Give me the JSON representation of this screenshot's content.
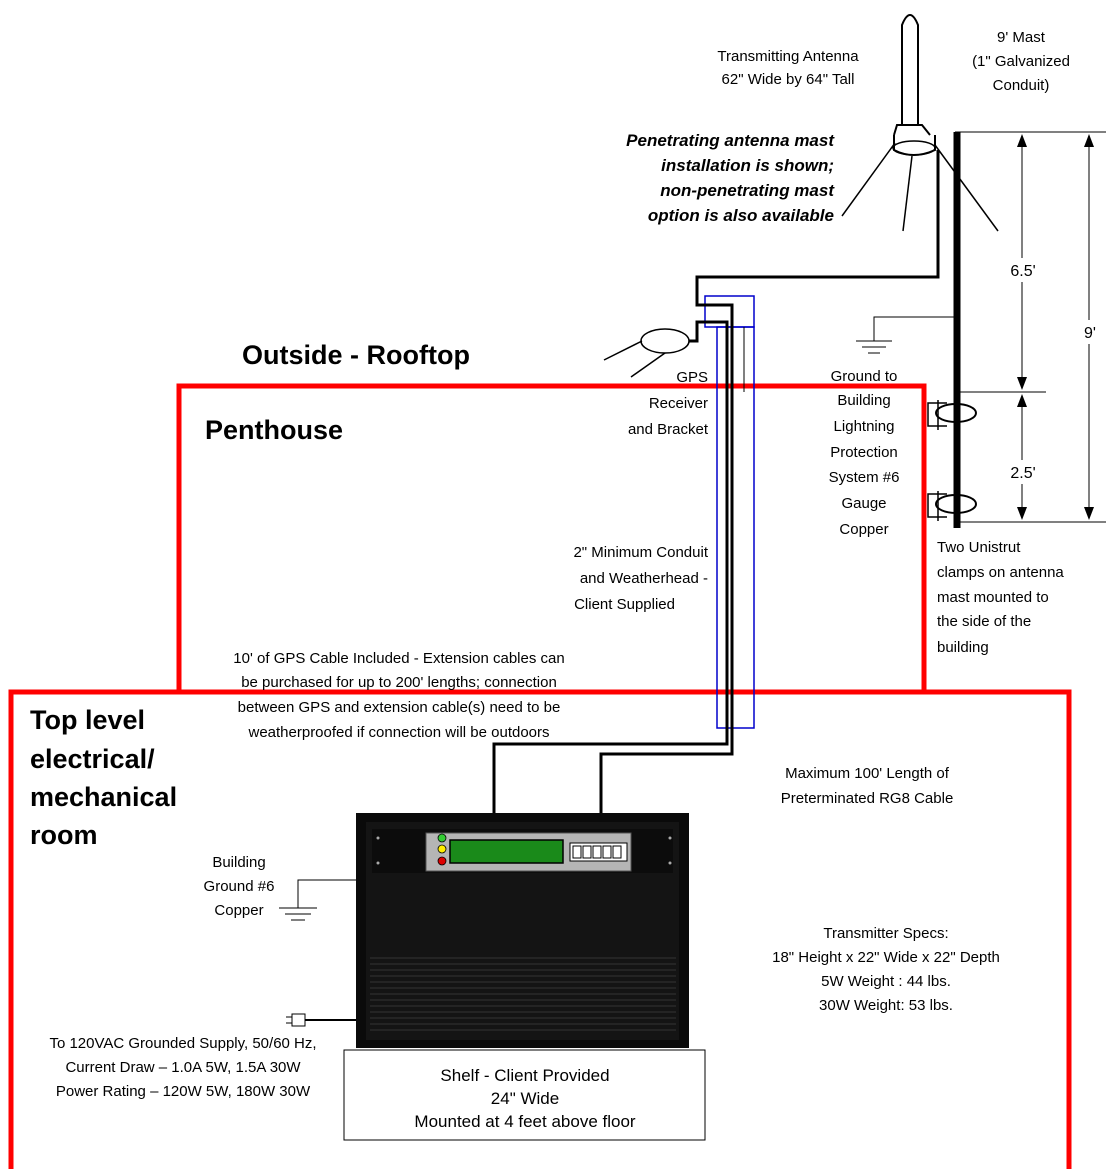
{
  "labels": {
    "antenna": [
      "Transmitting Antenna",
      "62\" Wide by 64\" Tall"
    ],
    "mast": [
      "9' Mast",
      "(1\" Galvanized",
      "Conduit)"
    ],
    "penetrating_note": [
      "Penetrating antenna mast",
      "installation is shown;",
      "non-penetrating mast",
      "option is also available"
    ],
    "dim_upper": "6.5'",
    "dim_total": "9'",
    "dim_lower": "2.5'",
    "outside_rooftop": "Outside - Rooftop",
    "penthouse": "Penthouse",
    "gps_receiver": [
      "GPS",
      "Receiver",
      "and Bracket"
    ],
    "ground_lightning": [
      "Ground to",
      "Building",
      "Lightning",
      "Protection",
      "System #6",
      "Gauge",
      "Copper"
    ],
    "unistrut": [
      "Two Unistrut",
      "clamps on antenna",
      "mast mounted to",
      "the side of the",
      "building"
    ],
    "conduit": [
      "2\" Minimum Conduit",
      "and Weatherhead -",
      "Client Supplied"
    ],
    "gps_cable": [
      "10' of GPS Cable Included - Extension cables can",
      "be purchased for up to 200' lengths; connection",
      "between GPS and extension cable(s) need to be",
      "weatherproofed if connection will be outdoors"
    ],
    "top_level": [
      "Top level",
      "electrical/",
      "mechanical",
      "room"
    ],
    "rg8": [
      "Maximum 100' Length of",
      "Preterminated RG8 Cable"
    ],
    "building_ground": [
      "Building",
      "Ground #6",
      "Copper"
    ],
    "transmitter_specs": [
      "Transmitter Specs:",
      "18\" Height x 22\" Wide x 22\" Depth",
      "5W Weight : 44 lbs.",
      "30W Weight: 53 lbs."
    ],
    "power": [
      "To 120VAC Grounded Supply, 50/60 Hz,",
      "Current Draw – 1.0A 5W, 1.5A 30W",
      "Power Rating – 120W 5W, 180W 30W"
    ],
    "shelf": [
      "Shelf - Client Provided",
      "24\" Wide",
      "Mounted at 4 feet above floor"
    ]
  },
  "colors": {
    "room_border": "#ff0000",
    "conduit": "#0000cc",
    "display": "#1a8a1a",
    "led_green": "#33cc33",
    "led_yellow": "#ffee00",
    "led_red": "#dd0000",
    "cabinet": "#0a0a0a"
  }
}
